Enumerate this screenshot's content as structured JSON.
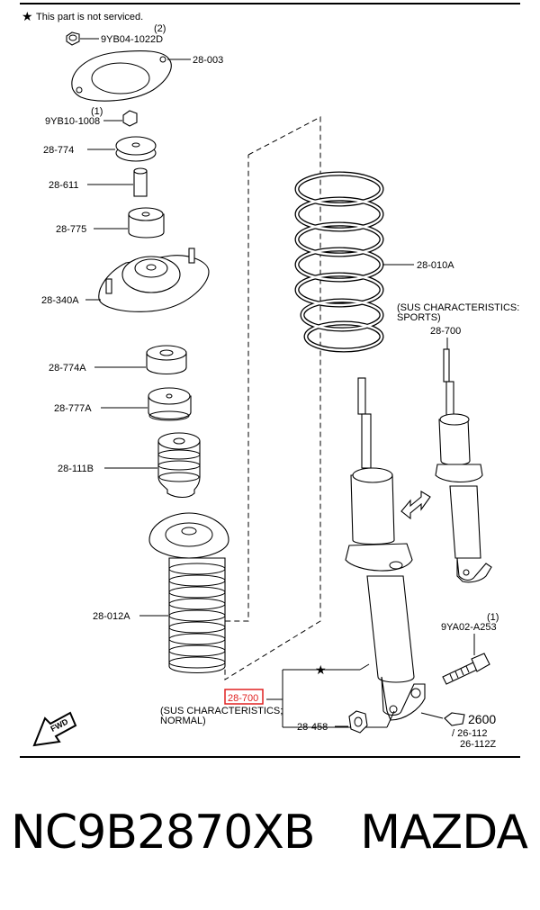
{
  "note": "This part is not serviced.",
  "labels": {
    "l_9yb04": "9YB04-1022D",
    "l_9yb04_qty": "(2)",
    "l_28003": "28-003",
    "l_9yb10": "9YB10-1008",
    "l_9yb10_qty": "(1)",
    "l_28774": "28-774",
    "l_28611": "28-611",
    "l_28775": "28-775",
    "l_28340a": "28-340A",
    "l_28774a": "28-774A",
    "l_28777a": "28-777A",
    "l_28111b": "28-111B",
    "l_28012a": "28-012A",
    "l_28010a": "28-010A",
    "l_sports1": "(SUS CHARACTERISTICS:",
    "l_sports2": "SPORTS)",
    "l_28700_top": "28-700",
    "l_9ya02_qty": "(1)",
    "l_9ya02": "9YA02-A253",
    "l_28700_hl": "28-700",
    "l_normal1": "(SUS CHARACTERISTICS;",
    "l_normal2": "NORMAL)",
    "l_28458": "28-458",
    "l_2600": "2600",
    "l_26112": "/ 26-112",
    "l_26112z": "26-112Z",
    "l_fwd": "FWD"
  },
  "highlight_color": "#e02020",
  "footer": {
    "part_number": "NC9B2870XB",
    "brand": "MAZDA"
  }
}
